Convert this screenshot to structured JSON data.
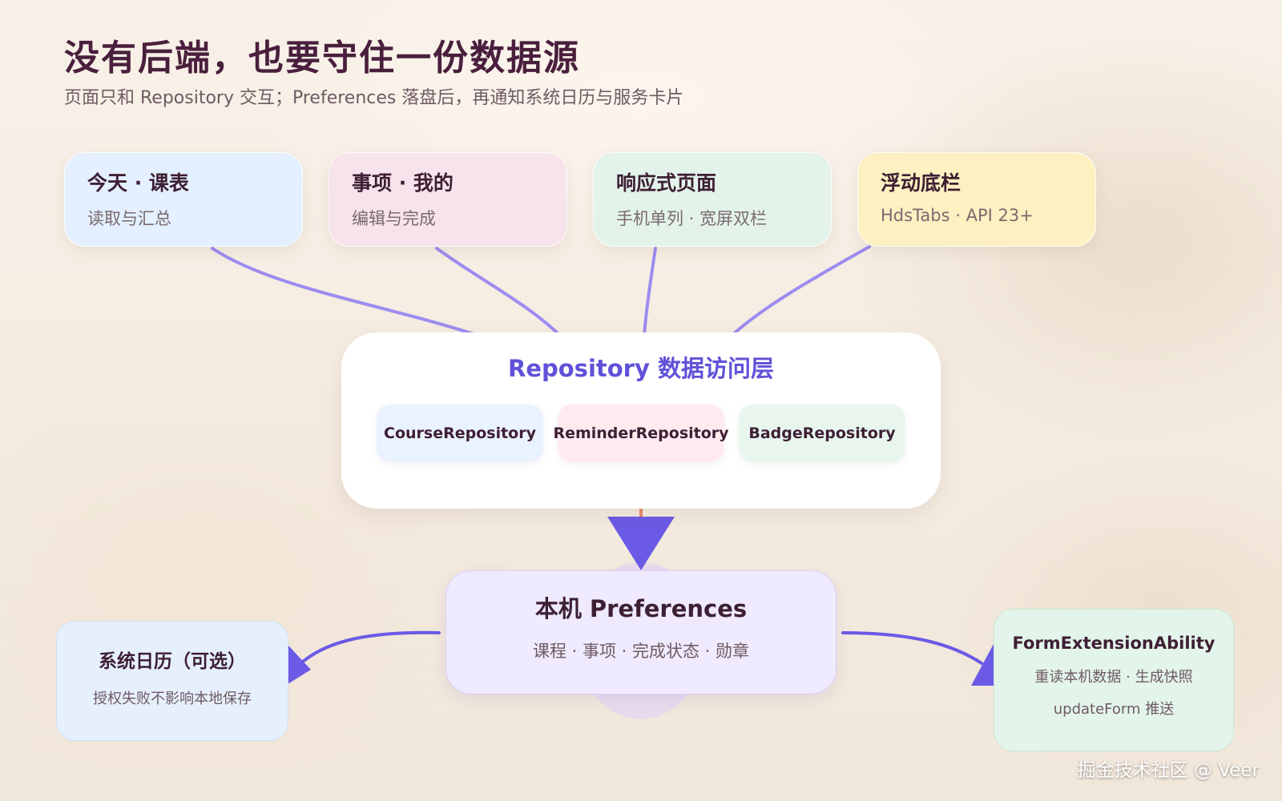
{
  "header": {
    "title": "没有后端，也要守住一份数据源",
    "subtitle": "页面只和 Repository 交互；Preferences 落盘后，再通知系统日历与服务卡片"
  },
  "top_cards": [
    {
      "title": "今天 · 课表",
      "subtitle": "读取与汇总",
      "color": "#e4efff"
    },
    {
      "title": "事项 · 我的",
      "subtitle": "编辑与完成",
      "color": "#f7e3ec"
    },
    {
      "title": "响应式页面",
      "subtitle": "手机单列 · 宽屏双栏",
      "color": "#e3f3ea"
    },
    {
      "title": "浮动底栏",
      "subtitle": "HdsTabs · API 23+",
      "color": "#fdf0c1"
    }
  ],
  "repository": {
    "title": "Repository 数据访问层",
    "chips": [
      {
        "label": "CourseRepository",
        "color": "#eaf1ff"
      },
      {
        "label": "ReminderRepository",
        "color": "#ffeaf0"
      },
      {
        "label": "BadgeRepository",
        "color": "#e8f6ee"
      }
    ]
  },
  "preferences": {
    "title": "本机 Preferences",
    "subtitle": "课程 · 事项 · 完成状态 · 勋章"
  },
  "calendar_card": {
    "title": "系统日历（可选）",
    "subtitle": "授权失败不影响本地保存"
  },
  "form_card": {
    "title": "FormExtensionAbility",
    "line1": "重读本机数据 · 生成快照",
    "line2": "updateForm 推送"
  },
  "colors": {
    "connector": "#9d8cf0",
    "arrow": "#6a5ae6",
    "title": "#4a1f3d",
    "repo_title": "#5f51d8"
  },
  "watermark": "掘金技术社区 @ Veer"
}
